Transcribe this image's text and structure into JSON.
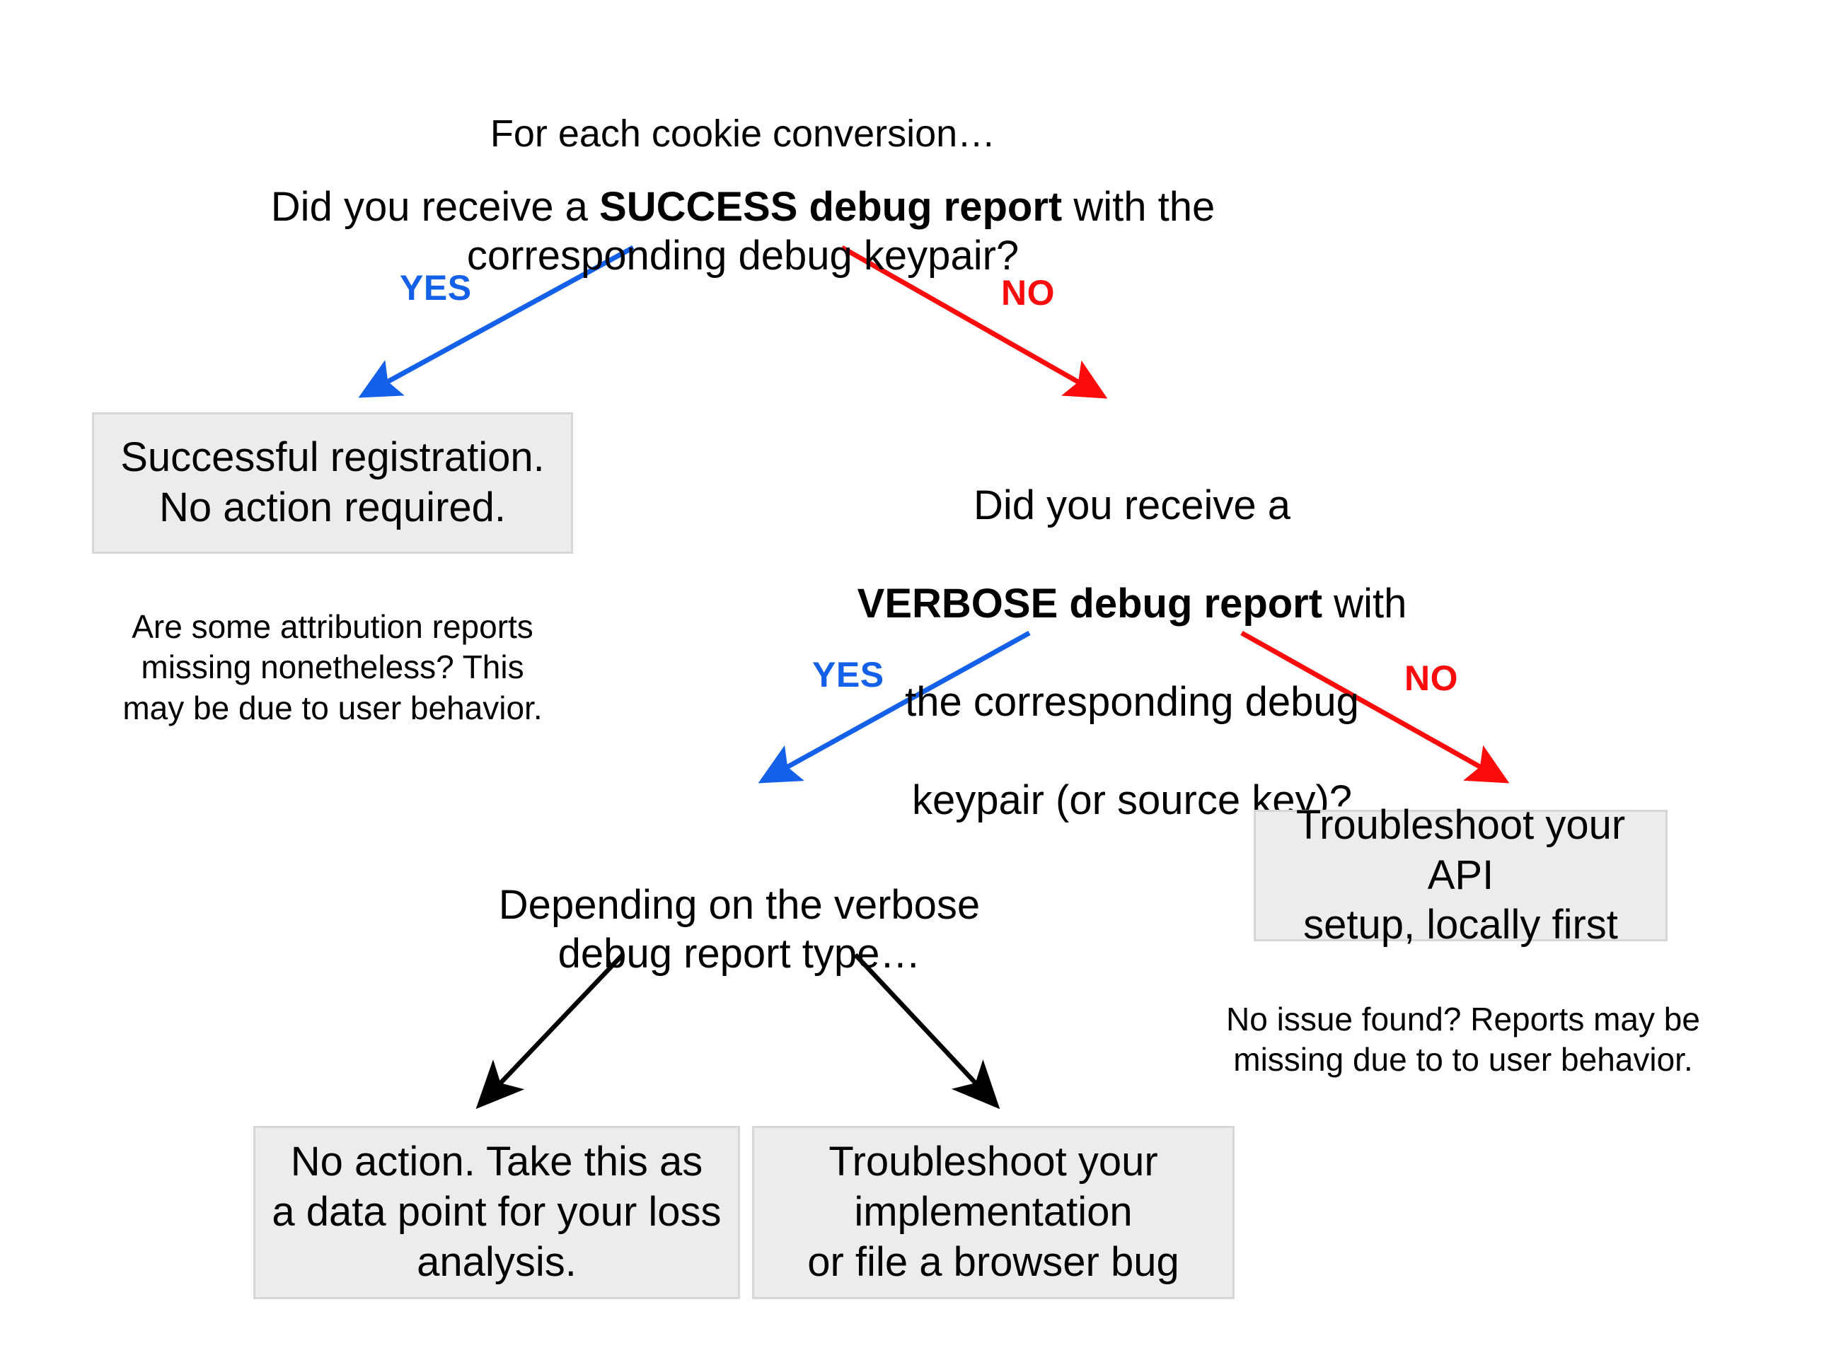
{
  "diagram": {
    "type": "decision-flowchart",
    "title": "For each cookie conversion…",
    "background_color": "#ffffff",
    "colors": {
      "yes_edge": "#1560e8",
      "no_edge": "#fb0b0b",
      "neutral_edge": "#000000",
      "box_fill": "#ececec",
      "box_border": "#d7d7d7",
      "text": "#000000"
    }
  },
  "nodes": {
    "title": {
      "text": "For each cookie conversion…"
    },
    "question_1": {
      "line1_pre": "Did you receive a ",
      "line1_bold": "SUCCESS debug report",
      "line1_post": " with the",
      "line2": "corresponding debug keypair?"
    },
    "outcome_success": {
      "text": "Successful registration.\nNo action required."
    },
    "note_success": {
      "text": "Are some attribution reports\nmissing nonetheless? This\nmay be due to user behavior."
    },
    "question_2": {
      "line1": "Did you receive a",
      "line2_bold": "VERBOSE debug report",
      "line2_post": " with",
      "line3": "the corresponding debug",
      "line4": "keypair (or source key)?"
    },
    "outcome_api": {
      "text": "Troubleshoot your API\nsetup, locally first"
    },
    "note_api": {
      "text": "No issue found? Reports may be\nmissing due to to user behavior."
    },
    "branch_verbose_type": {
      "text": "Depending on the verbose\ndebug report type…"
    },
    "outcome_no_action": {
      "text": "No action. Take this as\na data point for your loss\nanalysis."
    },
    "outcome_troubleshoot_impl": {
      "text": "Troubleshoot your\nimplementation\nor file a browser bug"
    }
  },
  "edges": {
    "q1_yes": {
      "label": "YES",
      "color": "#1560e8",
      "from": "question_1",
      "to": "outcome_success"
    },
    "q1_no": {
      "label": "NO",
      "color": "#fb0b0b",
      "from": "question_1",
      "to": "question_2"
    },
    "q2_yes": {
      "label": "YES",
      "color": "#1560e8",
      "from": "question_2",
      "to": "branch_verbose_type"
    },
    "q2_no": {
      "label": "NO",
      "color": "#fb0b0b",
      "from": "question_2",
      "to": "outcome_api"
    },
    "type_left": {
      "label": "",
      "color": "#000000",
      "from": "branch_verbose_type",
      "to": "outcome_no_action"
    },
    "type_right": {
      "label": "",
      "color": "#000000",
      "from": "branch_verbose_type",
      "to": "outcome_troubleshoot_impl"
    }
  }
}
